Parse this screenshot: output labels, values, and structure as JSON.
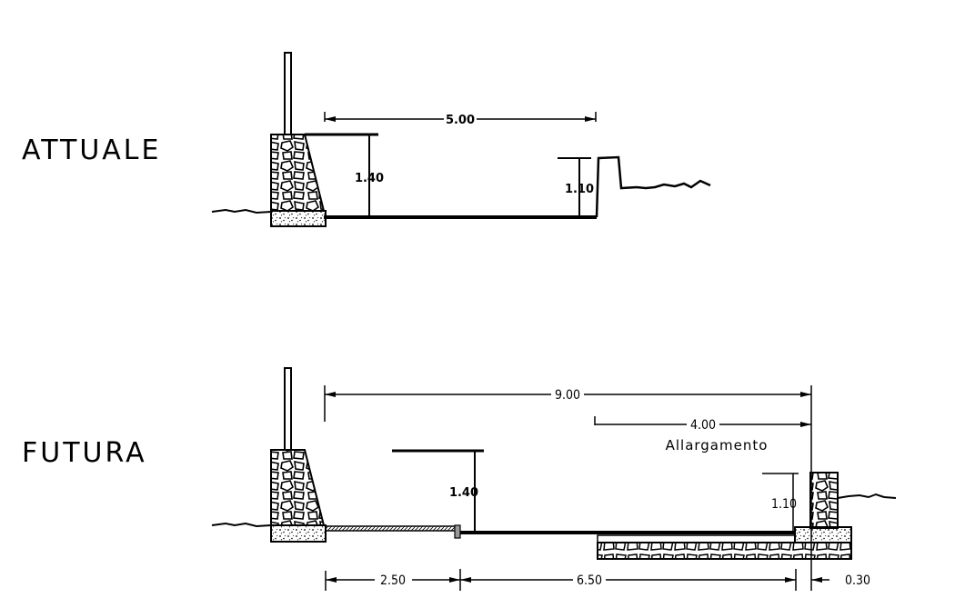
{
  "sections": {
    "actual": {
      "title": "ATTUALE",
      "width_label": "5.00",
      "left_height_label": "1.40",
      "right_height_label": "1.10"
    },
    "future": {
      "title": "FUTURA",
      "total_width_label": "9.00",
      "widening_width_label": "4.00",
      "widening_label": "Allargamento",
      "left_height_label": "1.40",
      "right_height_label": "1.10",
      "bottom_left_label": "2.50",
      "bottom_middle_label": "6.50",
      "bottom_right_label": "0.30"
    }
  }
}
